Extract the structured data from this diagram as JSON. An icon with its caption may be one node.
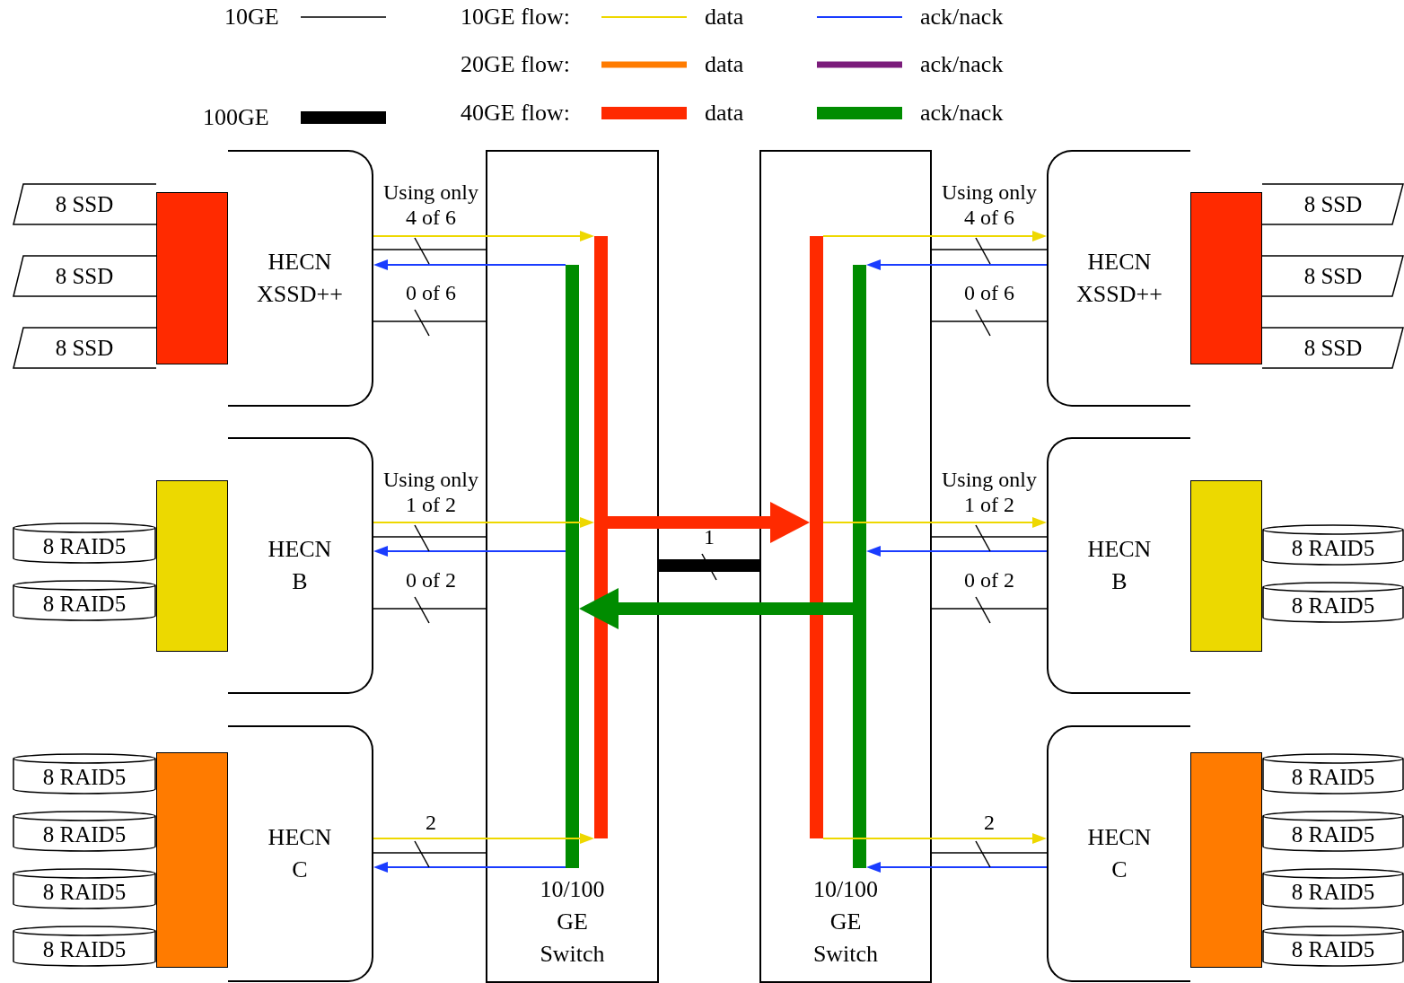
{
  "diagram": {
    "nodes": [
      {
        "text": [
          "8 SSD"
        ]
      },
      {
        "text": [
          "8 SSD"
        ]
      },
      {
        "text": [
          "8 SSD"
        ]
      },
      {
        "text": [],
        "shape": "box"
      },
      {
        "text": [
          "HECN XSSD++"
        ]
      },
      {
        "text": [
          "10/100 GE Switch"
        ]
      },
      {
        "text": [],
        "shape": "bar",
        "in": 5
      },
      {
        "text": [],
        "shape": "bar",
        "in": 5
      },
      {
        "text": [
          "10/100 GE Switch"
        ]
      },
      {
        "text": [],
        "shape": "bar",
        "in": 8
      },
      {
        "text": [],
        "shape": "bar",
        "in": 8
      },
      {
        "text": [
          "HECN XSSD++"
        ]
      },
      {
        "text": [],
        "shape": "box"
      },
      {
        "text": [
          "8 SSD"
        ]
      },
      {
        "text": [
          "8 SSD"
        ]
      },
      {
        "text": [
          "8 SSD"
        ]
      },
      {
        "text": [
          "8 RAID5"
        ]
      },
      {
        "text": [
          "8 RAID5"
        ]
      },
      {
        "text": [],
        "shape": "box"
      },
      {
        "text": [
          "HECN B"
        ]
      },
      {
        "text": [
          "HECN B"
        ]
      },
      {
        "text": [],
        "shape": "box"
      },
      {
        "text": [
          "8 RAID5"
        ]
      },
      {
        "text": [
          "8 RAID5"
        ]
      },
      {
        "text": [
          "8 RAID5"
        ]
      },
      {
        "text": [
          "8 RAID5"
        ]
      },
      {
        "text": [
          "8 RAID5"
        ]
      },
      {
        "text": [
          "8 RAID5"
        ]
      },
      {
        "text": [],
        "shape": "box"
      },
      {
        "text": [
          "HECN C"
        ]
      },
      {
        "text": [
          "HECN C"
        ]
      },
      {
        "text": [],
        "shape": "box"
      },
      {
        "text": [
          "8 RAID5"
        ]
      },
      {
        "text": [
          "8 RAID5"
        ]
      },
      {
        "text": [
          "8 RAID5"
        ]
      },
      {
        "text": [
          "8 RAID5"
        ]
      }
    ],
    "edges": [
      {
        "from": 4,
        "to": 7,
        "arrow": "to",
        "color": "#eed800"
      },
      {
        "from": 6,
        "to": 4,
        "arrow": "to",
        "color": "#1a3cff"
      },
      {
        "from": 4,
        "to": 5,
        "arrow": "none",
        "label": "Using only 4 of 6"
      },
      {
        "from": 4,
        "to": 5,
        "arrow": "none",
        "label": "0 of 6"
      },
      {
        "from": 9,
        "to": 11,
        "arrow": "to",
        "color": "#eed800"
      },
      {
        "from": 11,
        "to": 10,
        "arrow": "to",
        "color": "#1a3cff"
      },
      {
        "from": 8,
        "to": 11,
        "arrow": "none",
        "label": "Using only 4 of 6"
      },
      {
        "from": 8,
        "to": 11,
        "arrow": "none",
        "label": "0 of 6"
      },
      {
        "from": 7,
        "to": 9,
        "arrow": "to",
        "style": "thick",
        "color": "#ff2a00"
      },
      {
        "from": 10,
        "to": 6,
        "arrow": "to",
        "style": "thick",
        "color": "#008c00"
      },
      {
        "from": 5,
        "to": 8,
        "arrow": "none",
        "style": "thick",
        "label": "1"
      },
      {
        "from": 19,
        "to": 7,
        "arrow": "to",
        "color": "#eed800"
      },
      {
        "from": 6,
        "to": 19,
        "arrow": "to",
        "color": "#1a3cff"
      },
      {
        "from": 19,
        "to": 5,
        "arrow": "none",
        "label": "Using only 1 of 2"
      },
      {
        "from": 19,
        "to": 5,
        "arrow": "none",
        "label": "0 of 2"
      },
      {
        "from": 9,
        "to": 20,
        "arrow": "to",
        "color": "#eed800"
      },
      {
        "from": 20,
        "to": 10,
        "arrow": "to",
        "color": "#1a3cff"
      },
      {
        "from": 8,
        "to": 20,
        "arrow": "none",
        "label": "Using only 1 of 2"
      },
      {
        "from": 8,
        "to": 20,
        "arrow": "none",
        "label": "0 of 2"
      },
      {
        "from": 29,
        "to": 7,
        "arrow": "to",
        "color": "#eed800"
      },
      {
        "from": 6,
        "to": 29,
        "arrow": "to",
        "color": "#1a3cff"
      },
      {
        "from": 29,
        "to": 5,
        "arrow": "none",
        "label": "2"
      },
      {
        "from": 9,
        "to": 30,
        "arrow": "to",
        "color": "#eed800"
      },
      {
        "from": 30,
        "to": 10,
        "arrow": "to",
        "color": "#1a3cff"
      },
      {
        "from": 8,
        "to": 30,
        "arrow": "none",
        "label": "2"
      }
    ],
    "labels": [
      "10GE flow:",
      "20GE flow:",
      "40GE flow:"
    ],
    "legend": [
      {
        "text": "10GE"
      },
      {
        "text": "100GE"
      },
      {
        "text": "data"
      },
      {
        "text": "ack/nack"
      },
      {
        "text": "data"
      },
      {
        "text": "ack/nack"
      },
      {
        "text": "data"
      },
      {
        "text": "ack/nack"
      }
    ]
  }
}
